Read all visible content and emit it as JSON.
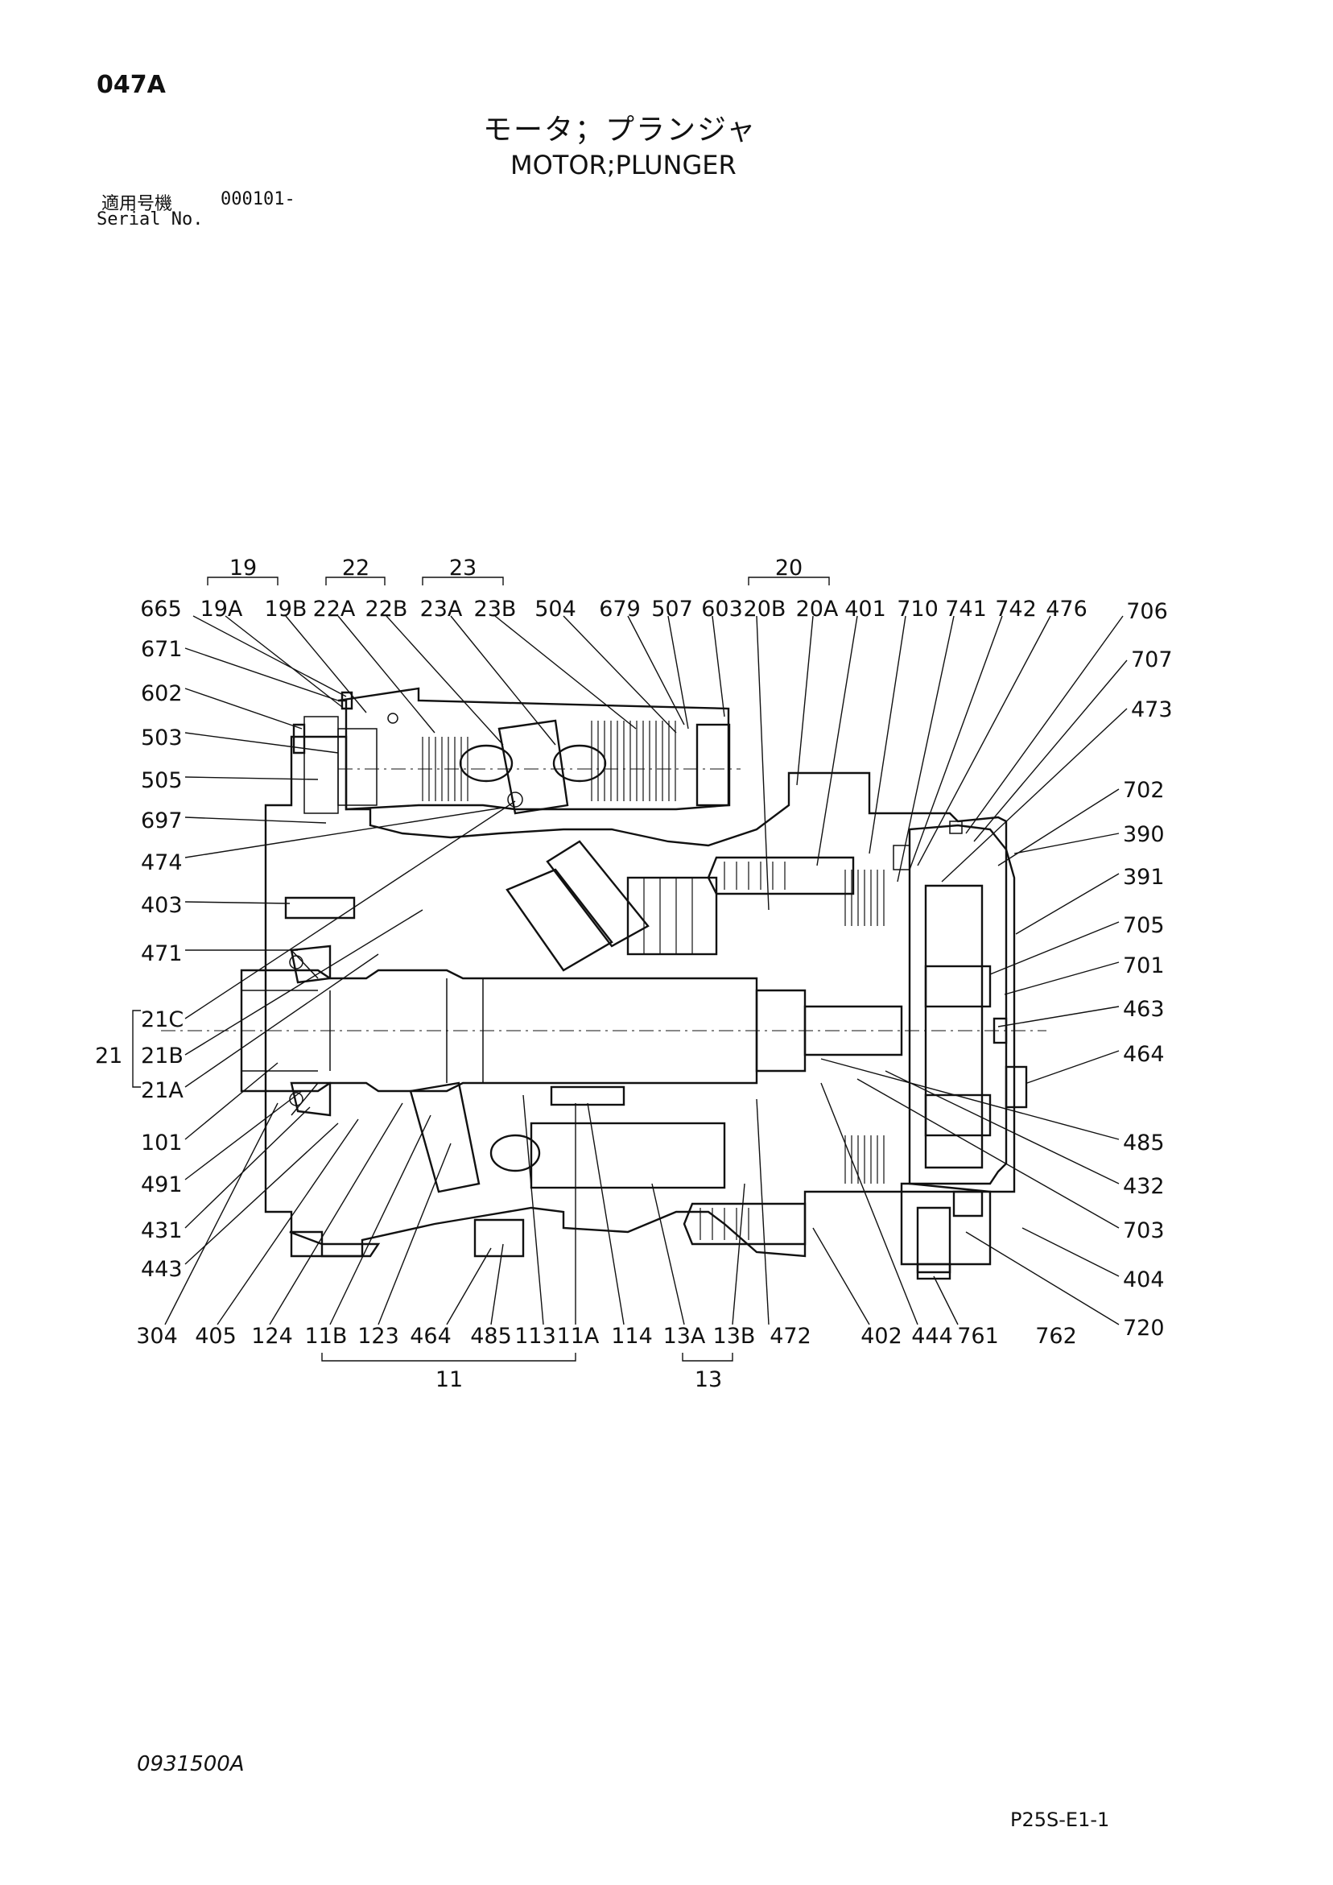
{
  "header": {
    "page_code": "047A",
    "title_jp": "モータ；プランジャ",
    "title_en": "MOTOR;PLUNGER",
    "serial_label_jp": "適用号機",
    "serial_value": "000101-",
    "serial_label_en": "Serial No."
  },
  "footer": {
    "drawing_number": "0931500A",
    "page_ref": "P25S-E1-1"
  },
  "callouts": {
    "top": [
      "665",
      "19A",
      "19B",
      "22A",
      "22B",
      "23A",
      "23B",
      "504",
      "679",
      "507",
      "603",
      "20B",
      "20A",
      "401",
      "710",
      "741",
      "742",
      "476",
      "706"
    ],
    "top_groups": [
      "19",
      "22",
      "23",
      "20"
    ],
    "left": [
      "671",
      "602",
      "503",
      "505",
      "697",
      "474",
      "403",
      "471",
      "21C",
      "21B",
      "21A",
      "101",
      "491",
      "431",
      "443"
    ],
    "left_group": "21",
    "right": [
      "707",
      "473",
      "702",
      "390",
      "391",
      "705",
      "701",
      "463",
      "464",
      "485",
      "432",
      "703",
      "404",
      "720"
    ],
    "bottom": [
      "304",
      "405",
      "124",
      "11B",
      "123",
      "464",
      "485",
      "113",
      "11A",
      "114",
      "13A",
      "13B",
      "472",
      "402",
      "444",
      "761",
      "762"
    ],
    "bottom_groups": [
      "11",
      "13"
    ]
  }
}
